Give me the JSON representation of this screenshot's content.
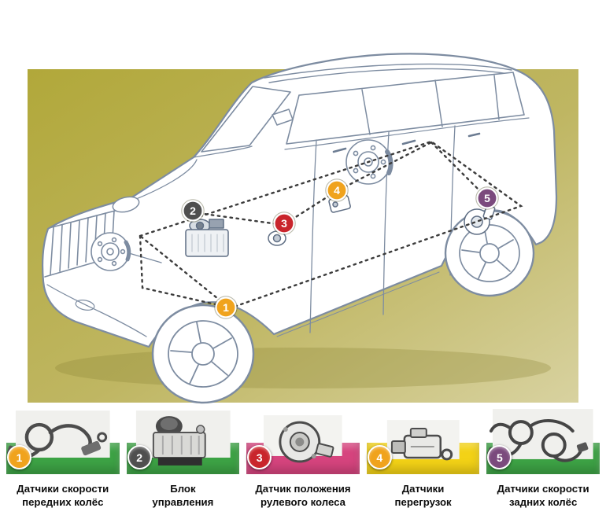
{
  "panel": {
    "gradient": [
      "#b1a83a",
      "#bfb662",
      "#d8d2a0"
    ]
  },
  "car": {
    "line_color": "#7d8ca1",
    "harness_color": "#3c3c3c"
  },
  "components": [
    {
      "num": "1",
      "color": "#f0a31d",
      "strip_color": "#3da345",
      "label": "Датчики скорости\nпередних колёс"
    },
    {
      "num": "2",
      "color": "#4f4f4f",
      "strip_color": "#3da345",
      "label": "Блок\nуправления"
    },
    {
      "num": "3",
      "color": "#c9252c",
      "strip_color": "#d6447e",
      "label": "Датчик положения\nрулевого колеса"
    },
    {
      "num": "4",
      "color": "#f0a31d",
      "strip_color": "#f3d216",
      "label": "Датчики\nперегрузок"
    },
    {
      "num": "5",
      "color": "#7b4a7d",
      "strip_color": "#3da345",
      "label": "Датчики скорости\nзадних колёс"
    }
  ]
}
